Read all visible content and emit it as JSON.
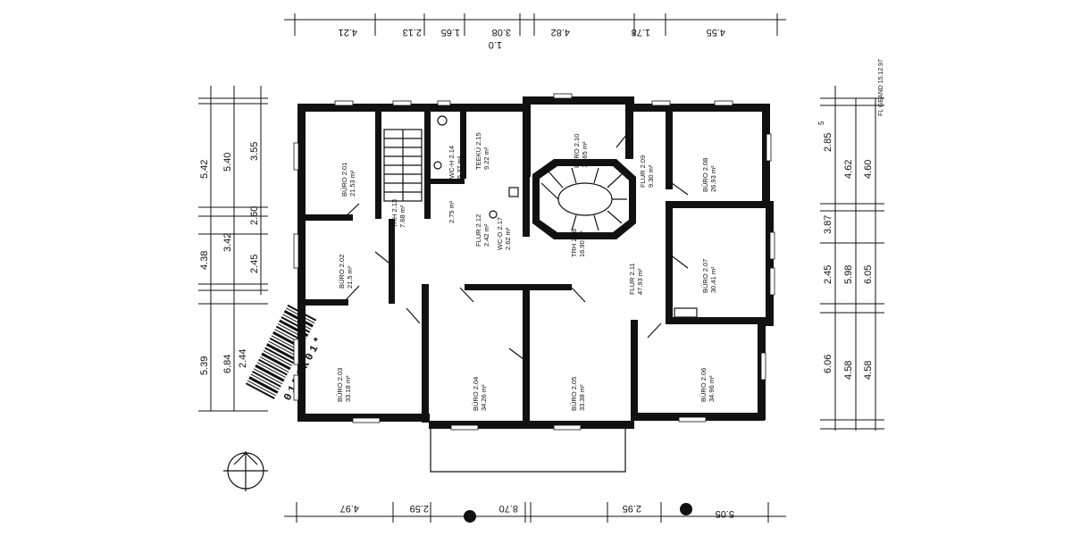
{
  "plan": {
    "stamp": "FL GEAND 15.12.97",
    "barcode_label": "01D0K01*",
    "rooms": [
      {
        "id": "buero-2-01",
        "name": "BÜRO 2.01",
        "area": "21.53 m²"
      },
      {
        "id": "buero-2-02",
        "name": "BÜRO 2.02",
        "area": "21.5 m²"
      },
      {
        "id": "buero-2-03",
        "name": "BÜRO 2.03",
        "area": "33.18 m²"
      },
      {
        "id": "buero-2-04",
        "name": "BÜRO 2.04",
        "area": "34.26 m²"
      },
      {
        "id": "buero-2-05",
        "name": "BÜRO 2.05",
        "area": "33.38 m²"
      },
      {
        "id": "buero-2-06",
        "name": "BÜRO 2.06",
        "area": "34.96 m²"
      },
      {
        "id": "buero-2-07",
        "name": "BÜRO 2.07",
        "area": "30.41 m²"
      },
      {
        "id": "buero-2-08",
        "name": "BÜRO 2.08",
        "area": "26.93 m²"
      },
      {
        "id": "buero-2-10",
        "name": "BÜRO 2.10",
        "area": "13.65 m²"
      },
      {
        "id": "flur-2-09",
        "name": "FLUR 2.09",
        "area": "9.30 m²"
      },
      {
        "id": "flur-2-11",
        "name": "FLUR 2.11",
        "area": "47.93 m²"
      },
      {
        "id": "flur-2-12",
        "name": "FLUR 2.12",
        "area": "2.42 m²"
      },
      {
        "id": "trh-2-13",
        "name": "TRH 2.13",
        "area": "7.68 m²"
      },
      {
        "id": "wc-h-2-14",
        "name": "WC-H 2.14",
        "area": "5.37 m²"
      },
      {
        "id": "teekue-2-15",
        "name": "TEEKÜ 2.15",
        "area": "9.22 m²"
      },
      {
        "id": "wc-d-2-17",
        "name": "WC-D 2.17",
        "area": "2.62 m²"
      },
      {
        "id": "trh-2-18",
        "name": "TRH 2.18",
        "area": "16.90 m²"
      },
      {
        "id": "small-2-16",
        "name": "",
        "area": "2.75 m²"
      }
    ],
    "dims_top": [
      "4.21",
      "2.13",
      "1.65",
      "3.08",
      "1.0",
      "4.82",
      "1.78",
      "4.55"
    ],
    "dims_bottom": [
      "4.97",
      "2.59",
      "8.70",
      "2.95",
      "5.05"
    ],
    "dims_left_outer": [
      "5.42",
      "4.38",
      "5.39"
    ],
    "dims_left_mid": [
      "5.40",
      "3.42",
      "6.84"
    ],
    "dims_left_inner": [
      "3.55",
      "2.60",
      "2.45",
      "2.44"
    ],
    "dims_right_outer": [
      "2.85",
      "3.87",
      "2.45",
      "6.06"
    ],
    "dims_right_mid": [
      "4.62",
      "5.98",
      "4.58"
    ],
    "dims_right_inner": [
      "4.60",
      "6.05",
      "4.58"
    ],
    "superscript": "5"
  }
}
